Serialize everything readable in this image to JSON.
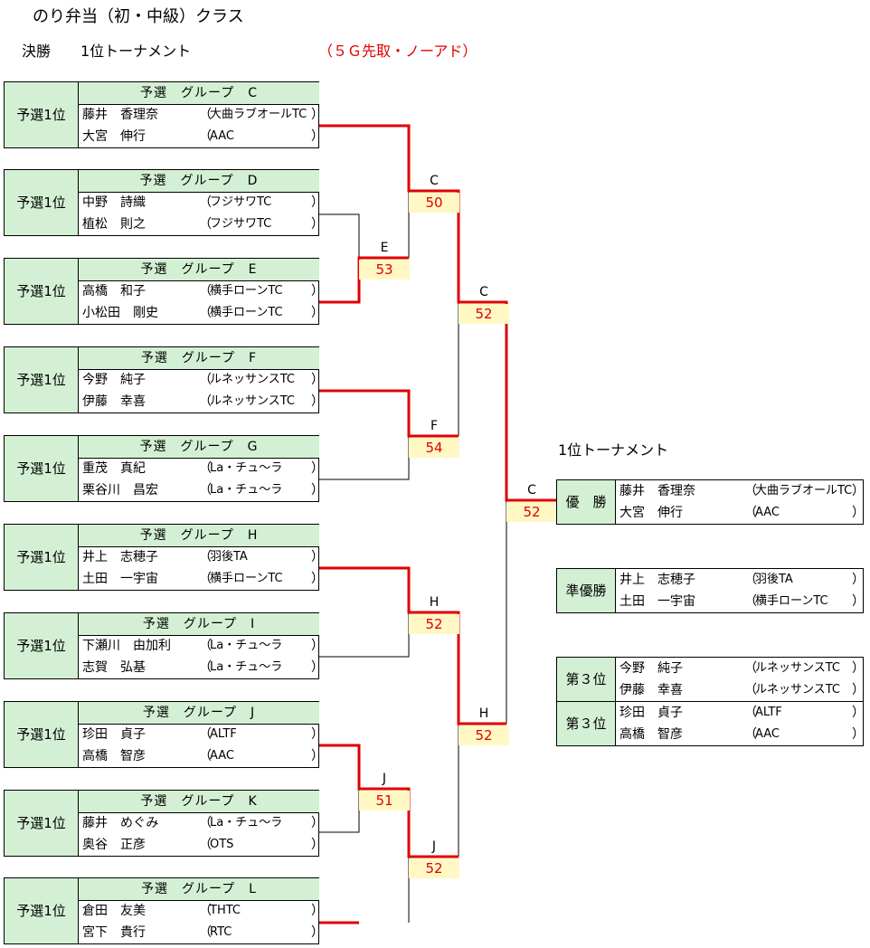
{
  "header": {
    "title": "のり弁当（初・中級）クラス",
    "subtitle_a": "決勝",
    "subtitle_b": "1位トーナメント",
    "rule": "（５Ｇ先取・ノーアド）"
  },
  "side_title": "1位トーナメント",
  "group_side_label": "予選1位",
  "groups": [
    {
      "label": "予選　グループ　C",
      "players": [
        {
          "name": "藤井　香理奈",
          "club": "大曲ラブオールTC"
        },
        {
          "name": "大宮　伸行",
          "club": "AAC"
        }
      ]
    },
    {
      "label": "予選　グループ　D",
      "players": [
        {
          "name": "中野　詩織",
          "club": "フジサワTC"
        },
        {
          "name": "植松　則之",
          "club": "フジサワTC"
        }
      ]
    },
    {
      "label": "予選　グループ　E",
      "players": [
        {
          "name": "高橋　和子",
          "club": "横手ローンTC"
        },
        {
          "name": "小松田　剛史",
          "club": "横手ローンTC"
        }
      ]
    },
    {
      "label": "予選　グループ　F",
      "players": [
        {
          "name": "今野　純子",
          "club": "ルネッサンスTC"
        },
        {
          "name": "伊藤　幸喜",
          "club": "ルネッサンスTC"
        }
      ]
    },
    {
      "label": "予選　グループ　G",
      "players": [
        {
          "name": "重茂　真紀",
          "club": "La・チュ～ラ"
        },
        {
          "name": "栗谷川　昌宏",
          "club": "La・チュ～ラ"
        }
      ]
    },
    {
      "label": "予選　グループ　H",
      "players": [
        {
          "name": "井上　志穂子",
          "club": "羽後TA"
        },
        {
          "name": "土田　一宇宙",
          "club": "横手ローンTC"
        }
      ]
    },
    {
      "label": "予選　グループ　I",
      "players": [
        {
          "name": "下瀬川　由加利",
          "club": "La・チュ～ラ"
        },
        {
          "name": "志賀　弘基",
          "club": "La・チュ～ラ"
        }
      ]
    },
    {
      "label": "予選　グループ　J",
      "players": [
        {
          "name": "珍田　貞子",
          "club": "ALTF"
        },
        {
          "name": "高橋　智彦",
          "club": "AAC"
        }
      ]
    },
    {
      "label": "予選　グループ　K",
      "players": [
        {
          "name": "藤井　めぐみ",
          "club": "La・チュ～ラ"
        },
        {
          "name": "奥谷　正彦",
          "club": "OTS"
        }
      ]
    },
    {
      "label": "予選　グループ　L",
      "players": [
        {
          "name": "倉田　友美",
          "club": "THTC"
        },
        {
          "name": "宮下　貴行",
          "club": "RTC"
        }
      ]
    }
  ],
  "matches": {
    "m_E": {
      "winner": "E",
      "score": "53"
    },
    "m_C1": {
      "winner": "C",
      "score": "50"
    },
    "m_F": {
      "winner": "F",
      "score": "54"
    },
    "m_C2": {
      "winner": "C",
      "score": "52"
    },
    "m_J1": {
      "winner": "J",
      "score": "51"
    },
    "m_H1": {
      "winner": "H",
      "score": "52"
    },
    "m_J2": {
      "winner": "J",
      "score": "52"
    },
    "m_H2": {
      "winner": "H",
      "score": "52"
    },
    "m_final": {
      "winner": "C",
      "score": "52"
    }
  },
  "results": [
    {
      "label": "優　勝",
      "players": [
        {
          "name": "藤井　香理奈",
          "club": "大曲ラブオールTC"
        },
        {
          "name": "大宮　伸行",
          "club": "AAC"
        }
      ]
    },
    {
      "label": "準優勝",
      "players": [
        {
          "name": "井上　志穂子",
          "club": "羽後TA"
        },
        {
          "name": "土田　一宇宙",
          "club": "横手ローンTC"
        }
      ]
    },
    {
      "label": "第３位",
      "players": [
        {
          "name": "今野　純子",
          "club": "ルネッサンスTC"
        },
        {
          "name": "伊藤　幸喜",
          "club": "ルネッサンスTC"
        }
      ]
    },
    {
      "label": "第３位",
      "players": [
        {
          "name": "珍田　貞子",
          "club": "ALTF"
        },
        {
          "name": "高橋　智彦",
          "club": "AAC"
        }
      ]
    }
  ],
  "colors": {
    "header_bg": "#d4f0d4",
    "score_bg": "#fff8c4",
    "win_line": "#e00000",
    "lose_line": "#000000"
  }
}
